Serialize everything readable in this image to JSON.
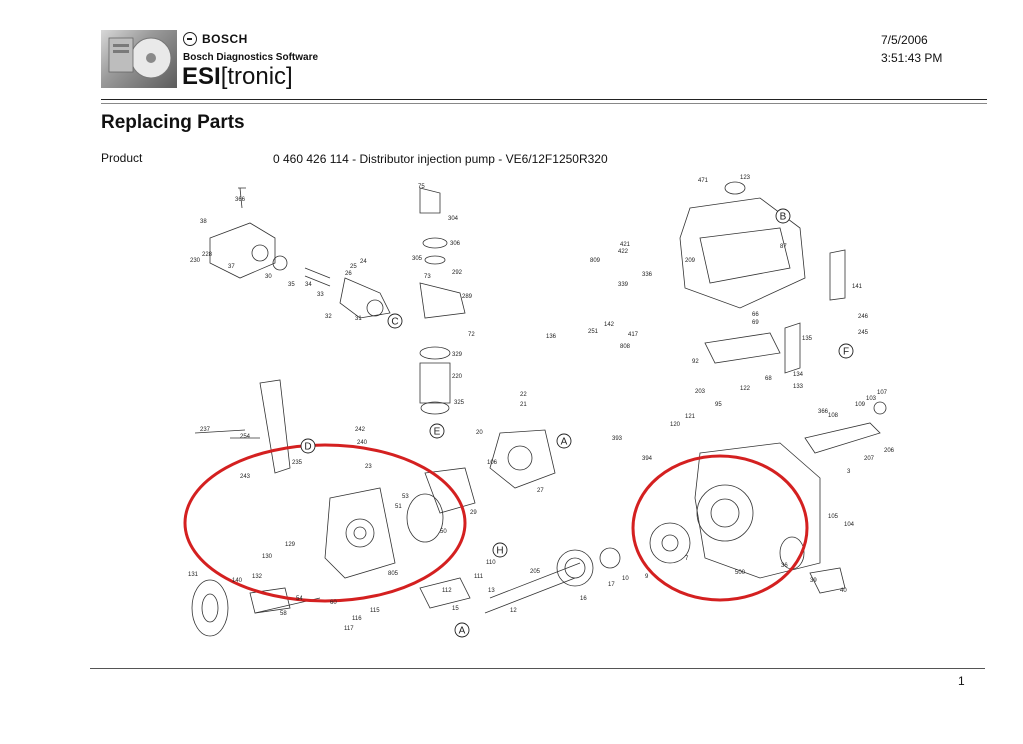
{
  "header": {
    "brand": "BOSCH",
    "subtitle": "Bosch Diagnostics Software",
    "product_bold": "ESI",
    "product_rest": "[tronic]",
    "date": "7/5/2006",
    "time": "3:51:43 PM"
  },
  "page": {
    "title": "Replacing Parts",
    "product_label": "Product",
    "product_value": "0 460 426 114 - Distributor injection pump - VE6/12F1250R320",
    "page_number": "1"
  },
  "diagram": {
    "highlight_color": "#d42020",
    "callouts": [
      "366",
      "38",
      "37",
      "228",
      "230",
      "24",
      "25",
      "26",
      "30",
      "35",
      "34",
      "33",
      "32",
      "31",
      "75",
      "304",
      "306",
      "305",
      "292",
      "73",
      "289",
      "72",
      "329",
      "220",
      "325",
      "471",
      "123",
      "421",
      "422",
      "809",
      "209",
      "336",
      "339",
      "87",
      "251",
      "142",
      "136",
      "417",
      "808",
      "92",
      "66",
      "69",
      "141",
      "246",
      "245",
      "135",
      "134",
      "133",
      "68",
      "122",
      "203",
      "121",
      "95",
      "120",
      "393",
      "394",
      "237",
      "254",
      "235",
      "243",
      "242",
      "240",
      "23",
      "22",
      "21",
      "20",
      "27",
      "106",
      "51",
      "50",
      "53",
      "29",
      "129",
      "130",
      "131",
      "140",
      "132",
      "54",
      "60",
      "115",
      "116",
      "117",
      "58",
      "805",
      "110",
      "111",
      "112",
      "13",
      "15",
      "205",
      "12",
      "16",
      "17",
      "10",
      "9",
      "7",
      "500",
      "366",
      "108",
      "109",
      "103",
      "107",
      "3",
      "207",
      "206",
      "105",
      "104",
      "36",
      "39",
      "40"
    ],
    "circle_letters": [
      "C",
      "D",
      "E",
      "F",
      "A",
      "H",
      "A",
      "B"
    ]
  }
}
